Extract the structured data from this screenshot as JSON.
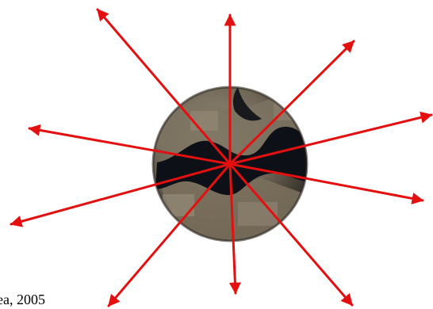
{
  "caption": "ea, 2005",
  "colors": {
    "arrow": "#e41010",
    "water": "#0d1016",
    "land": "#6b6151"
  },
  "icons": {
    "arrow_head": "arrowhead",
    "globe": "aerial-city-globe"
  }
}
